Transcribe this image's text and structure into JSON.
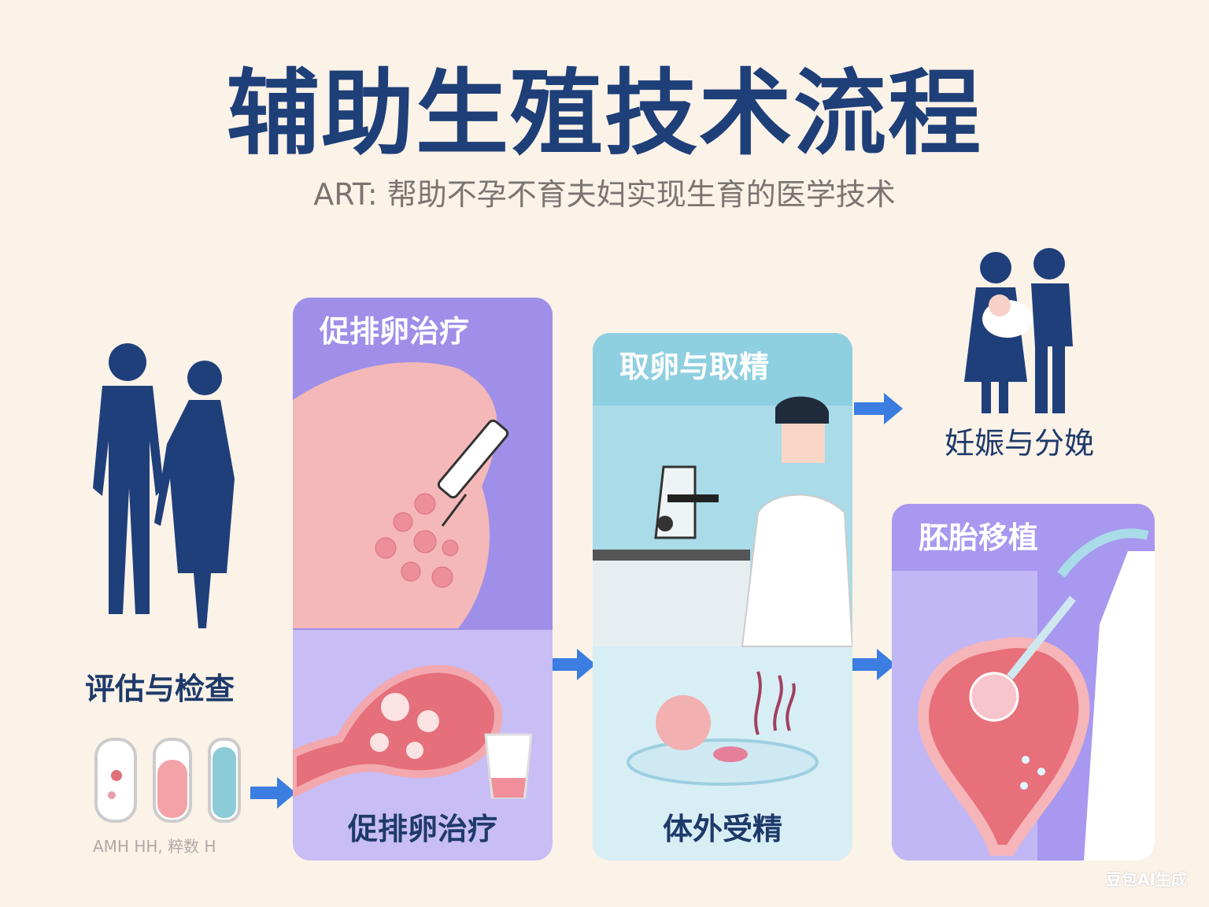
{
  "header": {
    "title": "辅助生殖技术流程",
    "subtitle": "ART: 帮助不孕不育夫妇实现生育的医学技术"
  },
  "steps": [
    {
      "label": "评估与检查",
      "caption": "AMH HH, 粹数 H"
    },
    {
      "title": "促排卵治疗",
      "label": "促排卵治疗"
    },
    {
      "title": "取卵与取精",
      "label": "体外受精"
    },
    {
      "title": "胚胎移植"
    },
    {
      "label": "妊娠与分娩"
    }
  ],
  "watermark": "豆包AI生成",
  "colors": {
    "title": "#1e3f78",
    "arrow": "#3b7de0",
    "purple": "#9f8fe8",
    "blue": "#8ecfe0",
    "silhouette": "#1f3f7a"
  }
}
